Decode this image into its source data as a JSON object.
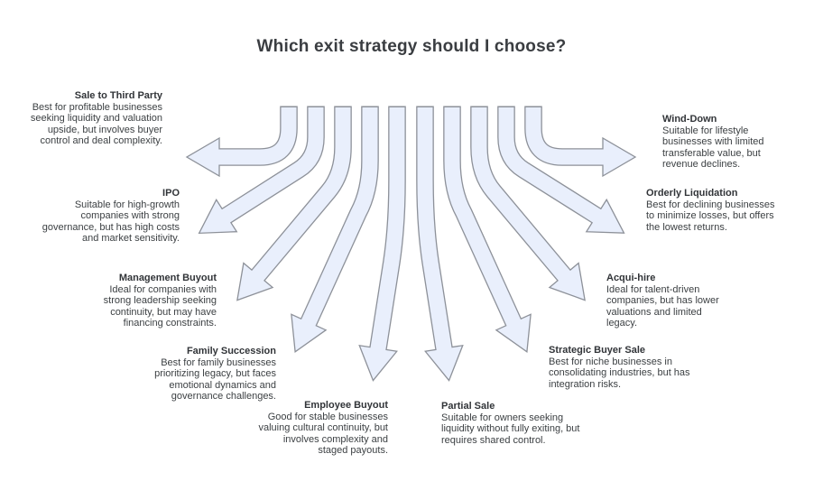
{
  "title": "Which exit strategy should I choose?",
  "colors": {
    "arrow_fill": "#e9effc",
    "arrow_stroke": "#8d9199",
    "text": "#3c4043"
  },
  "strategies": [
    {
      "id": "sale-to-third-party",
      "side": "left",
      "title": "Sale to Third Party",
      "description": "Best for profitable businesses seeking liquidity and valuation upside, but involves buyer control and deal complexity."
    },
    {
      "id": "ipo",
      "side": "left",
      "title": "IPO",
      "description": "Suitable for high-growth companies with strong governance, but has high costs and market sensitivity."
    },
    {
      "id": "management-buyout",
      "side": "left",
      "title": "Management Buyout",
      "description": "Ideal for companies with strong leadership seeking continuity, but may have financing constraints."
    },
    {
      "id": "family-succession",
      "side": "left",
      "title": "Family Succession",
      "description": "Best for family businesses prioritizing legacy, but faces emotional dynamics and governance challenges."
    },
    {
      "id": "employee-buyout",
      "side": "left",
      "title": "Employee Buyout",
      "description": "Good for stable businesses valuing cultural continuity, but involves complexity and staged payouts."
    },
    {
      "id": "partial-sale",
      "side": "right",
      "title": "Partial Sale",
      "description": "Suitable for owners seeking liquidity without fully exiting, but requires shared control."
    },
    {
      "id": "strategic-buyer-sale",
      "side": "right",
      "title": "Strategic Buyer Sale",
      "description": "Best for niche businesses in consolidating industries, but has integration risks."
    },
    {
      "id": "acqui-hire",
      "side": "right",
      "title": "Acqui-hire",
      "description": "Ideal for talent-driven companies, but has lower valuations and limited legacy."
    },
    {
      "id": "orderly-liquidation",
      "side": "right",
      "title": "Orderly Liquidation",
      "description": "Best for declining businesses to minimize losses, but offers the lowest returns."
    },
    {
      "id": "wind-down",
      "side": "right",
      "title": "Wind-Down",
      "description": "Suitable for lifestyle businesses with limited transferable value, but revenue declines."
    }
  ]
}
